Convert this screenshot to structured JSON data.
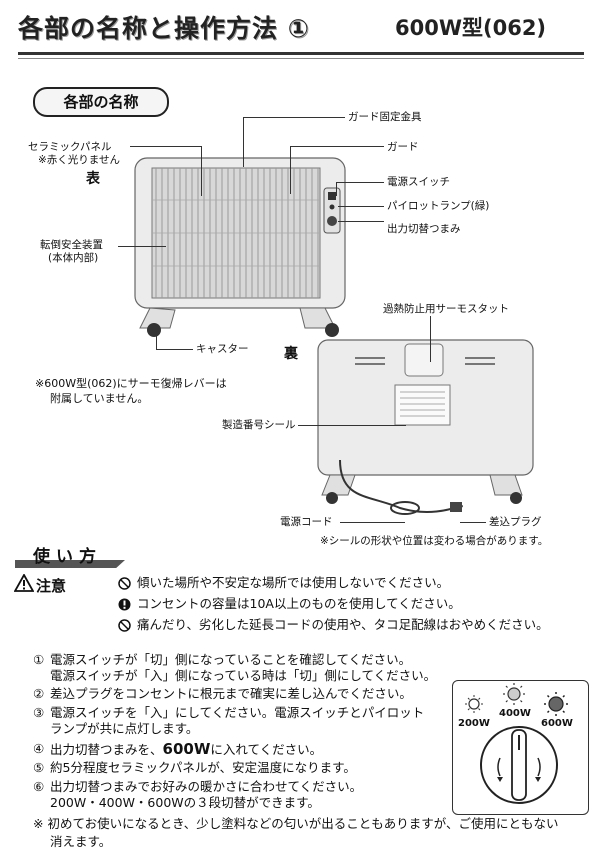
{
  "header": {
    "title": "各部の名称と操作方法 ①",
    "model": "600W型(062)"
  },
  "parts": {
    "section_label": "各部の名称",
    "front": "表",
    "back": "裏",
    "labels": {
      "guard_fixing": "ガード固定金具",
      "ceramic_panel": "セラミックパネル",
      "ceramic_note": "※赤く光りません",
      "guard": "ガード",
      "power_switch": "電源スイッチ",
      "pilot_lamp": "パイロットランプ(緑)",
      "output_knob": "出力切替つまみ",
      "tip_over_device": "転倒安全装置",
      "tip_over_note": "(本体内部)",
      "caster": "キャスター",
      "thermostat": "過熱防止用サーモスタット",
      "serial_sticker": "製造番号シール",
      "power_cord": "電源コード",
      "plug": "差込プラグ"
    },
    "note_lever_1": "※600W型(062)にサーモ復帰レバーは",
    "note_lever_2": "附属していません。",
    "note_sticker": "※シールの形状や位置は変わる場合があります。"
  },
  "usage": {
    "section_label": "使い方",
    "caution_label": "注意",
    "cautions": [
      "傾いた場所や不安定な場所では使用しないでください。",
      "コンセントの容量は10A以上のものを使用してください。",
      "痛んだり、劣化した延長コードの使用や、タコ足配線はおやめください。"
    ],
    "steps": [
      {
        "num": "①",
        "line1": "電源スイッチが「切」側になっていることを確認してください。",
        "line2": "電源スイッチが「入」側になっている時は「切」側にしてください。"
      },
      {
        "num": "②",
        "line1": "差込プラグをコンセントに根元まで確実に差し込んでください。"
      },
      {
        "num": "③",
        "line1": "電源スイッチを「入」にしてください。電源スイッチとパイロット",
        "line2": "ランプが共に点灯します。"
      },
      {
        "num": "④",
        "pre": "出力切替つまみを、",
        "emph": "600W",
        "post": "に入れてください。"
      },
      {
        "num": "⑤",
        "line1": "約5分程度セラミックパネルが、安定温度になります。"
      },
      {
        "num": "⑥",
        "line1": "出力切替つまみでお好みの暖かさに合わせてください。",
        "line2": "200W・400W・600Wの３段切替ができます。"
      }
    ],
    "footnote_1": "※ 初めてお使いになるとき、少し塗料などの匂いが出ることもありますが、ご使用にともない",
    "footnote_2": "消えます。"
  },
  "dial": {
    "w200": "200W",
    "w400": "400W",
    "w600": "600W"
  }
}
